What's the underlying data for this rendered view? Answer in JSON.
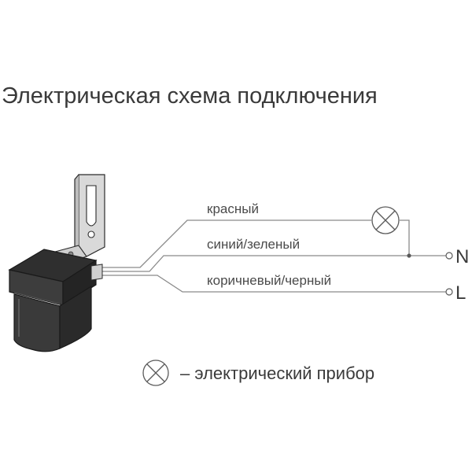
{
  "title": "Электрическая схема подключения",
  "wires": [
    {
      "id": "red",
      "label": "красный"
    },
    {
      "id": "blue-green",
      "label": "синий/зеленый"
    },
    {
      "id": "brown-black",
      "label": "коричневый/черный"
    }
  ],
  "terminals": {
    "n": "N",
    "l": "L"
  },
  "legend": {
    "symbol": "electric-device-symbol",
    "text": "– электрический прибор"
  }
}
